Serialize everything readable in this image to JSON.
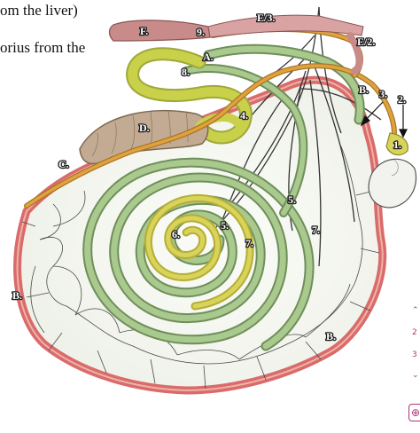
{
  "captions": {
    "line1": "om the liver)",
    "line2": "orius from the"
  },
  "labels": {
    "F": "F.",
    "nine": "9.",
    "E3": "E/3.",
    "E2": "E/2.",
    "A": "A.",
    "eight": "8.",
    "B_top": "B.",
    "three": "3.",
    "two": "2.",
    "D": "D.",
    "four": "4.",
    "one": "1.",
    "C": "C.",
    "five_right": "5.",
    "five_center": "5.",
    "seven_right": "7.",
    "six": "6.",
    "seven_center": "7.",
    "B_left": "B.",
    "B_bottom": "B."
  },
  "side_widget": {
    "line_a": "2",
    "line_b": "3",
    "button": "⊕"
  },
  "colors": {
    "mesentery": "#f4f6f1",
    "rim": "#d96b6b",
    "intestine_green": "#a9c98e",
    "intestine_yellow": "#d8d35a",
    "artery_orange": "#e0a33c",
    "vessel_dark": "#3a3a3a",
    "colon_tan": "#c2ab92",
    "duodenum_pink": "#c98a8a"
  }
}
